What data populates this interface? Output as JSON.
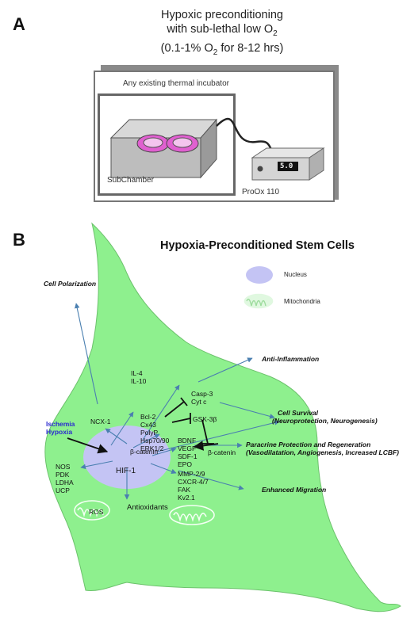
{
  "panel_a": {
    "letter": "A",
    "title_line1": "Hypoxic preconditioning",
    "title_line2": "with sub-lethal low O",
    "title_line2_sub": "2",
    "title_line3_a": "(0.1-1% O",
    "title_line3_sub": "2",
    "title_line3_b": " for 8-12 hrs)",
    "incubator_label": "Any existing thermal incubator",
    "subchamber_label": "SubChamber",
    "controller_label": "ProOx 110",
    "controller_display": "5.0"
  },
  "panel_b": {
    "letter": "B",
    "title": "Hypoxia-Preconditioned Stem Cells",
    "legend": {
      "nucleus": "Nucleus",
      "mitochondria": "Mitochondria"
    },
    "colors": {
      "cell_fill": "#8ef08e",
      "nucleus_fill": "#c4c4f4",
      "arrow": "#4a7fb0",
      "stimulus_text": "#2a2ad0"
    },
    "stimulus_line1": "Ischemia",
    "stimulus_line2": "Hypoxia",
    "hif": "HIF-1",
    "beta_catenin_left": "β-catenin",
    "beta_catenin_right": "β-catenin",
    "ncx": "NCX-1",
    "il": "IL-4\nIL-10",
    "casp": "Casp-3\nCyt c",
    "bcl": "Bcl-2\nCx43\nPolyP\nHsp70/90\nERK1/2",
    "gsk": "GSK-3β",
    "bdnf": "BDNF\nVEGF\nSDF-1\nEPO",
    "mmp": "MMP-2/9\nCXCR-4/7\nFAK\nKv2.1",
    "nos": "NOS\nPDK\nLDHA\nUCP",
    "ros": "ROS",
    "antioxidants": "Antioxidants",
    "outcomes": {
      "polarization": "Cell Polarization",
      "anti_inflammation": "Anti-Inflammation",
      "survival_1": "Cell Survival",
      "survival_2": "(Neuroprotection, Neurogenesis)",
      "paracrine_1": "Paracrine Protection and Regeneration",
      "paracrine_2": "(Vasodilatation, Angiogenesis, Increased LCBF)",
      "migration": "Enhanced Migration"
    }
  }
}
